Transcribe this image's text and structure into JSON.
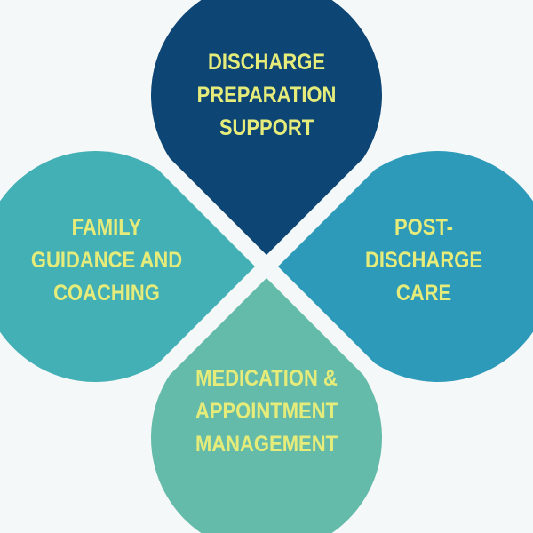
{
  "diagram": {
    "background": "#f5f8f8",
    "text_color": "#e6ec7a",
    "petals": [
      {
        "id": "top",
        "lines": [
          "DISCHARGE",
          "PREPARATION",
          "SUPPORT"
        ],
        "color": "#0d4675"
      },
      {
        "id": "left",
        "lines": [
          "FAMILY",
          "GUIDANCE AND",
          "COACHING"
        ],
        "color": "#43b0b5"
      },
      {
        "id": "right",
        "lines": [
          "POST-",
          "DISCHARGE",
          "CARE"
        ],
        "color": "#2e9aba"
      },
      {
        "id": "bottom",
        "lines": [
          "MEDICATION &",
          "APPOINTMENT",
          "MANAGEMENT"
        ],
        "color": "#65bba9"
      }
    ]
  }
}
